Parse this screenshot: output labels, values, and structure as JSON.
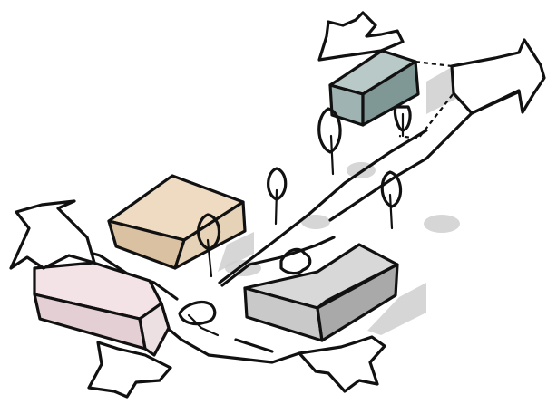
{
  "diagram": {
    "style": "hand-drawn urban sketch",
    "colors": {
      "paper": "#ffffff",
      "ink": "#111111",
      "shadow": "#cfcfcf",
      "tan_block_top": "#eedbc1",
      "tan_block_side": "#d9c1a2",
      "pink_block_top": "#f3e2e6",
      "pink_block_side": "#e4cfd4",
      "teal_block_top": "#b9c9c7",
      "teal_block_side": "#7f9896",
      "gray_block_top": "#d8d8d8",
      "gray_block_side": "#a9a9a9"
    },
    "elements": [
      {
        "name": "street-network",
        "kind": "crossroads"
      },
      {
        "name": "tan-building",
        "kind": "building",
        "color": "tan"
      },
      {
        "name": "pink-building",
        "kind": "building",
        "color": "pink"
      },
      {
        "name": "teal-building",
        "kind": "building",
        "color": "teal"
      },
      {
        "name": "gray-building",
        "kind": "building",
        "color": "gray"
      },
      {
        "name": "tree",
        "kind": "tree",
        "count": 5
      },
      {
        "name": "car",
        "kind": "vehicle",
        "count": 2
      },
      {
        "name": "arrow",
        "kind": "direction-arrow",
        "count": 5
      }
    ]
  }
}
